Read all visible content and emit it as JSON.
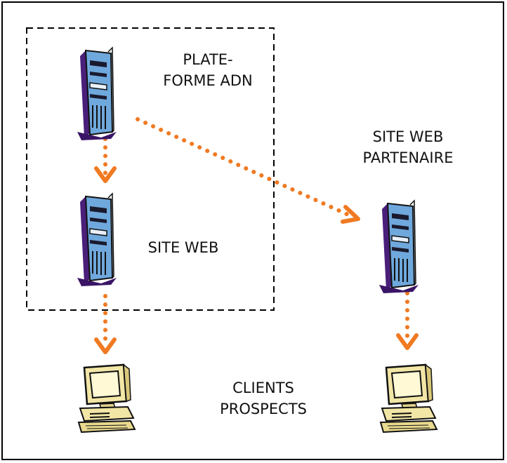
{
  "nodes": {
    "plateforme": {
      "label": "PLATE-\nFORME ADN",
      "icon": "server-tower-icon"
    },
    "site_web": {
      "label": "SITE WEB",
      "icon": "server-tower-icon"
    },
    "site_partenaire": {
      "label": "SITE WEB\nPARTENAIRE",
      "icon": "server-tower-icon"
    },
    "clients": {
      "label": "CLIENTS\nPROSPECTS",
      "icon": "desktop-computer-icon"
    }
  },
  "colors": {
    "arrow": "#f07a22",
    "server_body": "#6fa8dc",
    "server_shadow": "#4a1f7a",
    "computer_body": "#f2e6a6",
    "computer_screen": "#fff9d6",
    "border": "#000000"
  }
}
